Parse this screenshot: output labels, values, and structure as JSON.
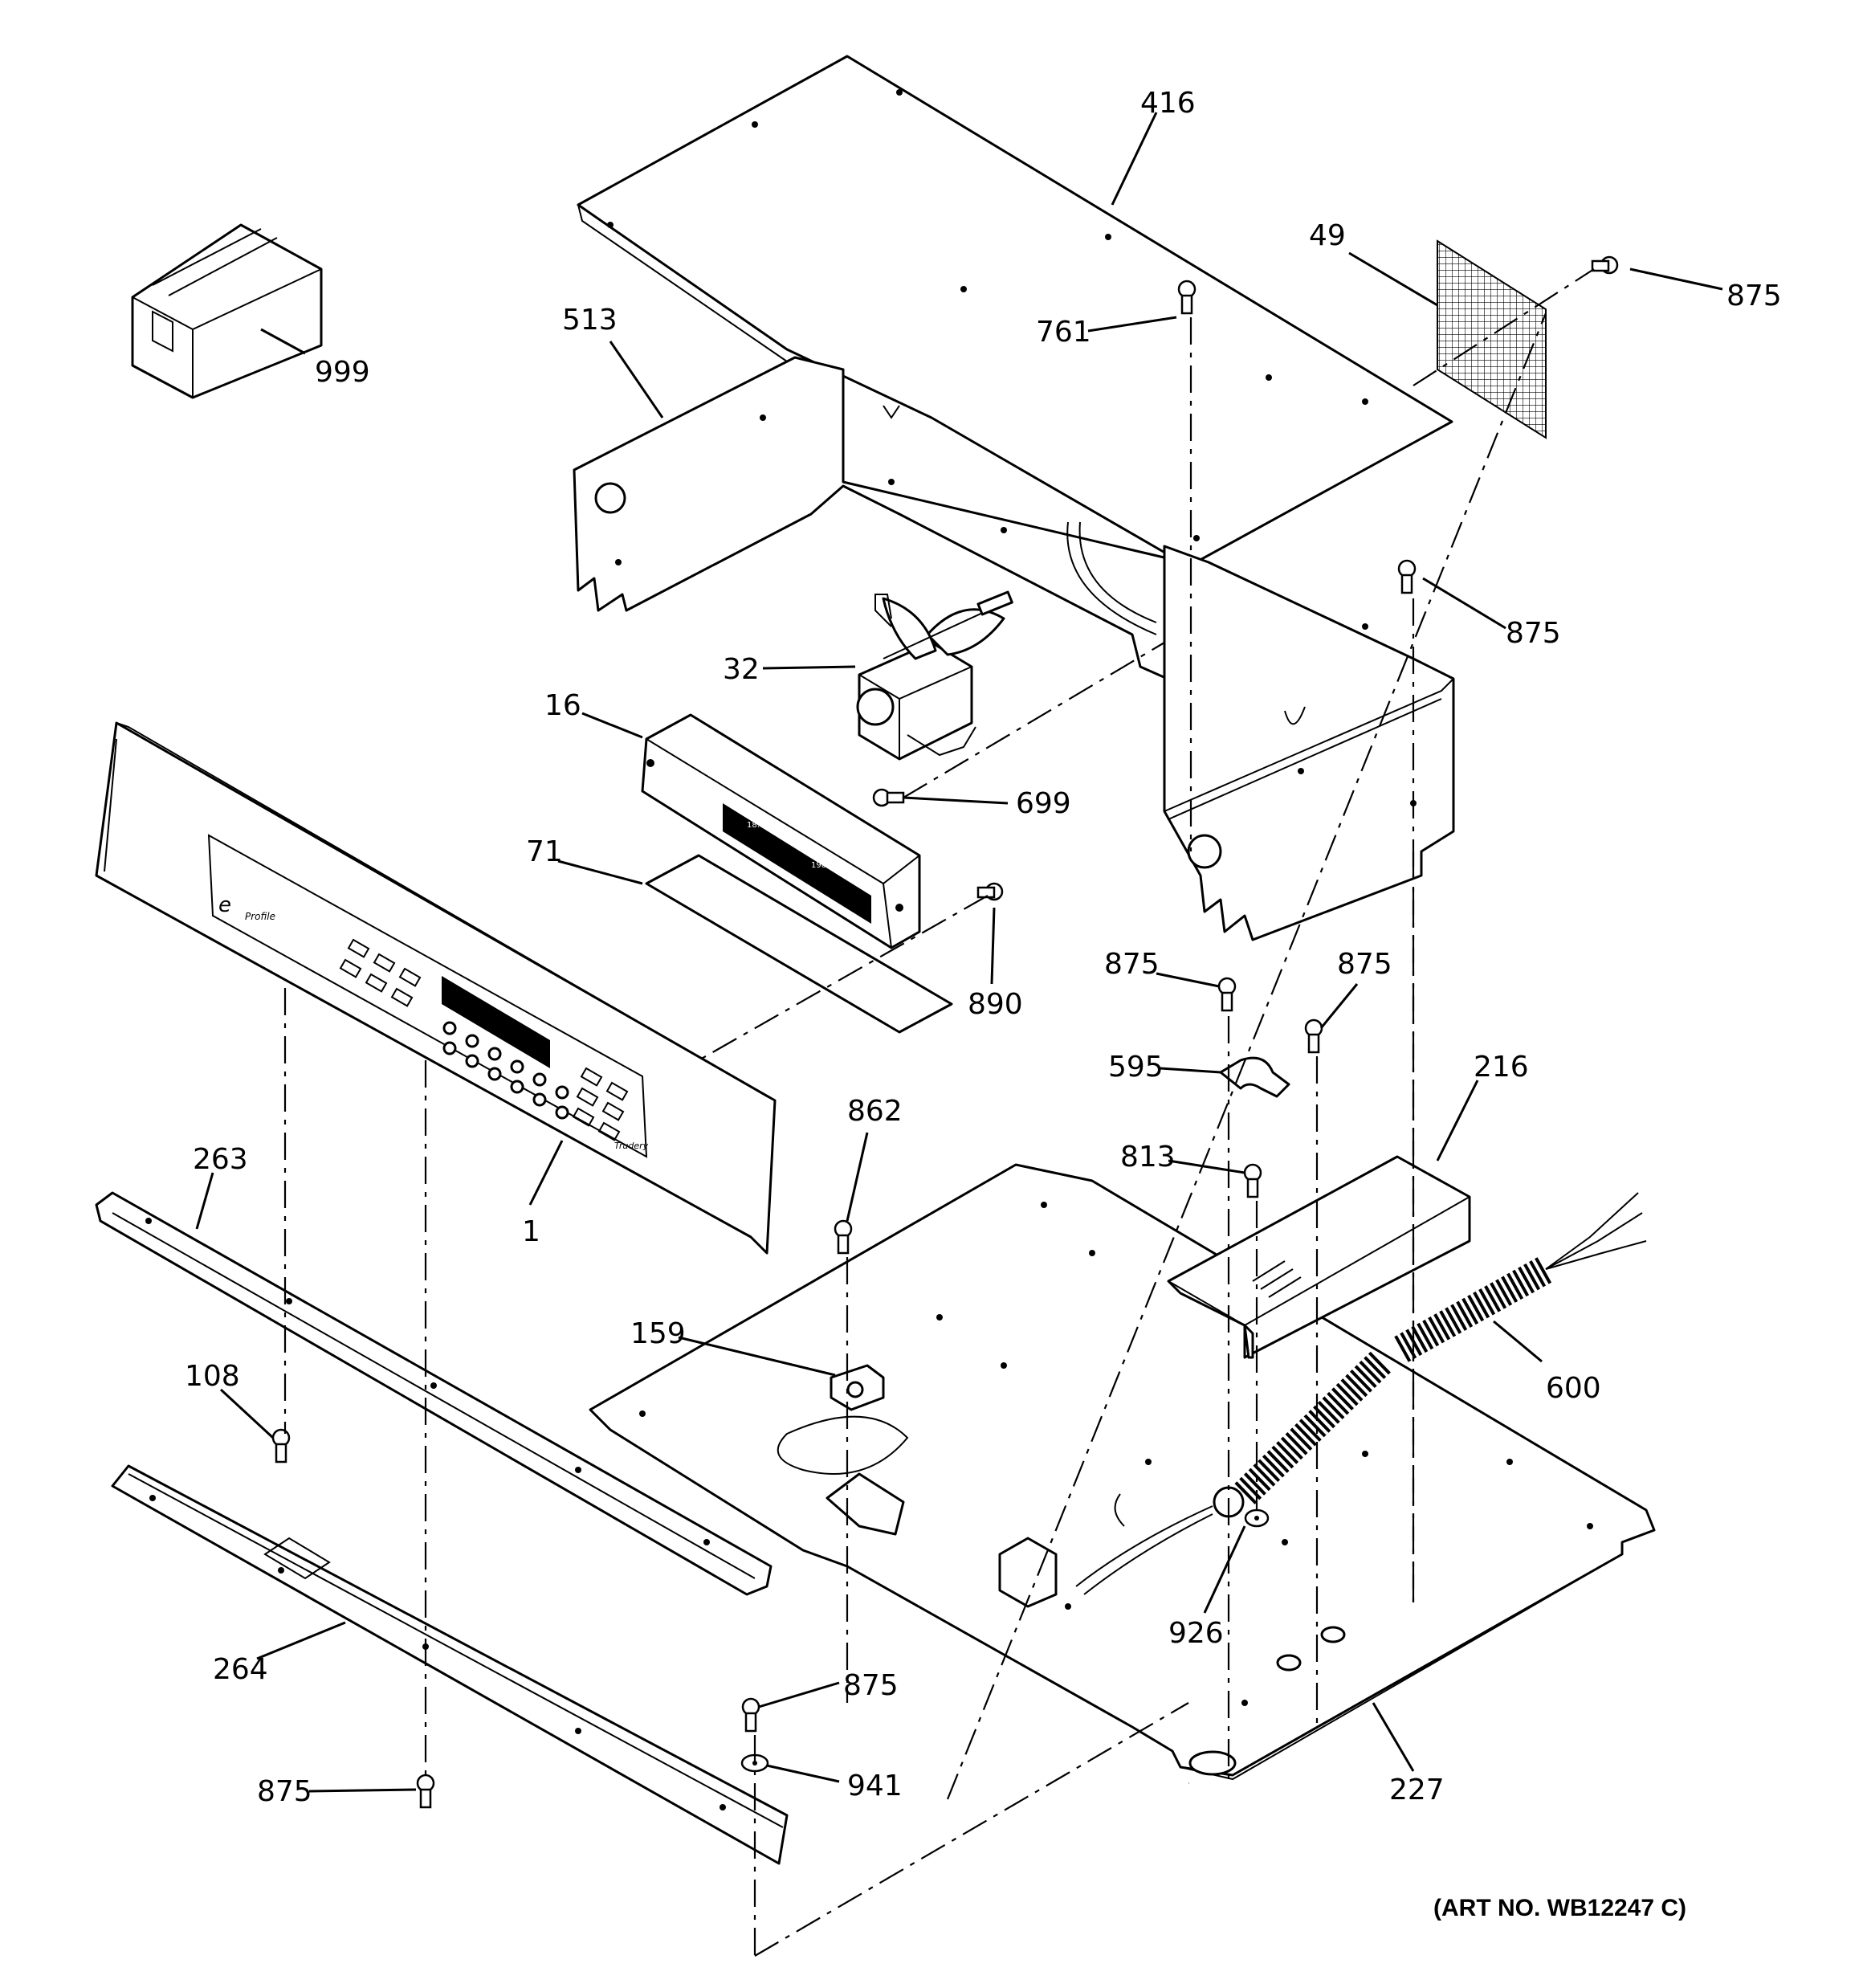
{
  "art_number": "(ART NO. WB12247 C)",
  "panel_text": {
    "logo": "e",
    "brand": "Profile",
    "corner": "Trudery"
  },
  "callouts": [
    {
      "id": "c1",
      "label": "1"
    },
    {
      "id": "c16",
      "label": "16"
    },
    {
      "id": "c32",
      "label": "32"
    },
    {
      "id": "c49",
      "label": "49"
    },
    {
      "id": "c71",
      "label": "71"
    },
    {
      "id": "c108",
      "label": "108"
    },
    {
      "id": "c159",
      "label": "159"
    },
    {
      "id": "c216",
      "label": "216"
    },
    {
      "id": "c227",
      "label": "227"
    },
    {
      "id": "c263",
      "label": "263"
    },
    {
      "id": "c264",
      "label": "264"
    },
    {
      "id": "c416",
      "label": "416"
    },
    {
      "id": "c513",
      "label": "513"
    },
    {
      "id": "c595",
      "label": "595"
    },
    {
      "id": "c600",
      "label": "600"
    },
    {
      "id": "c699",
      "label": "699"
    },
    {
      "id": "c761",
      "label": "761"
    },
    {
      "id": "c813",
      "label": "813"
    },
    {
      "id": "c862",
      "label": "862"
    },
    {
      "id": "c875a",
      "label": "875"
    },
    {
      "id": "c875b",
      "label": "875"
    },
    {
      "id": "c875c",
      "label": "875"
    },
    {
      "id": "c875d",
      "label": "875"
    },
    {
      "id": "c875e",
      "label": "875"
    },
    {
      "id": "c875f",
      "label": "875"
    },
    {
      "id": "c890",
      "label": "890"
    },
    {
      "id": "c926",
      "label": "926"
    },
    {
      "id": "c941",
      "label": "941"
    },
    {
      "id": "c999",
      "label": "999"
    }
  ]
}
